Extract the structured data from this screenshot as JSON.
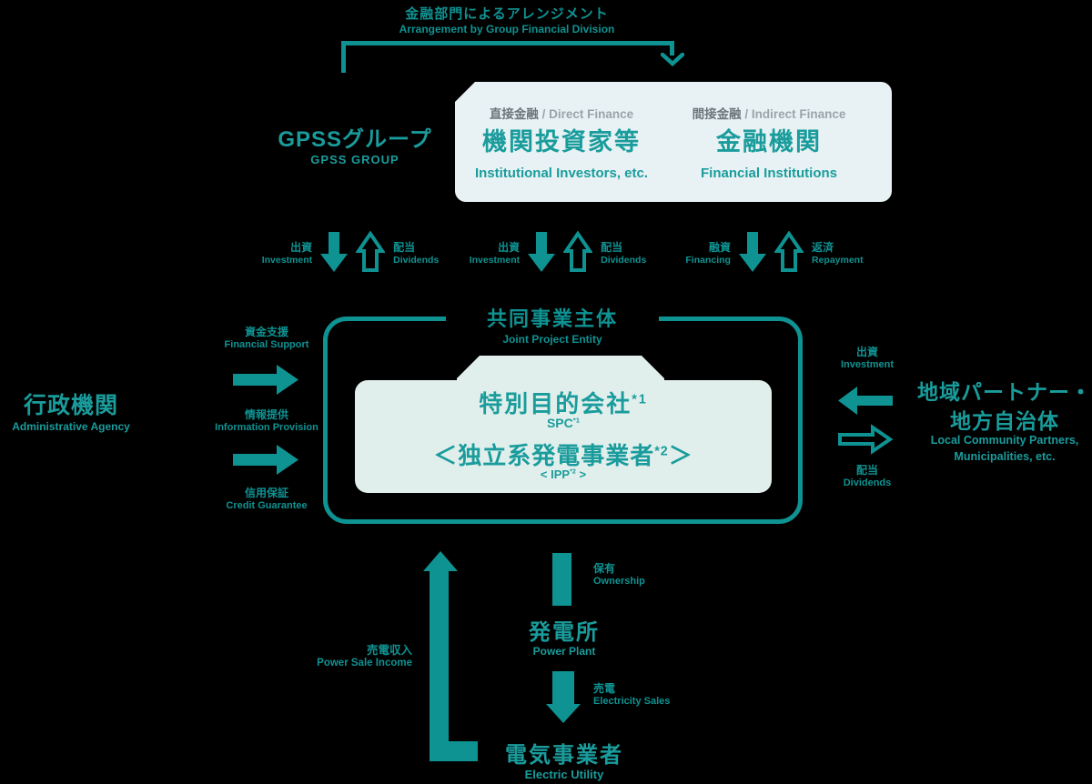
{
  "colors": {
    "teal": "#0f9292",
    "teal_bright": "#1a9c9c",
    "bg": "#000000",
    "light_box": "#e8f2f4",
    "inner_box": "#e1efec",
    "gray_jp": "#6b767c",
    "gray_en": "#9aa5aa"
  },
  "header": {
    "title_jp": "金融部門によるアレンジメント",
    "title_en": "Arrangement by Group Financial Division"
  },
  "gpss": {
    "name_jp": "GPSSグループ",
    "name_en": "GPSS GROUP"
  },
  "finance_box": {
    "direct_tag_jp": "直接金融 ",
    "direct_tag_en": "/ Direct Finance",
    "direct_jp": "機関投資家等",
    "direct_en": "Institutional Investors, etc.",
    "indirect_tag_jp": "間接金融 ",
    "indirect_tag_en": "/ Indirect Finance",
    "indirect_jp": "金融機関",
    "indirect_en": "Financial Institutions"
  },
  "top_flows": [
    {
      "out_jp": "出資",
      "out_en": "Investment",
      "in_jp": "配当",
      "in_en": "Dividends"
    },
    {
      "out_jp": "出資",
      "out_en": "Investment",
      "in_jp": "配当",
      "in_en": "Dividends"
    },
    {
      "out_jp": "融資",
      "out_en": "Financing",
      "in_jp": "返済",
      "in_en": "Repayment"
    }
  ],
  "entity": {
    "title_jp": "共同事業主体",
    "title_en": "Joint Project Entity",
    "spc_jp": "特別目的会社",
    "spc_sup": "*1",
    "spc_en": "SPC",
    "spc_en_sup": "*1",
    "ipp_jp": "＜独立系発電事業者",
    "ipp_sup": "*2",
    "ipp_close": "＞",
    "ipp_en": "< IPP",
    "ipp_en_sup": "*2",
    "ipp_en_close": " >"
  },
  "agency": {
    "name_jp": "行政機関",
    "name_en": "Administrative Agency",
    "flows": [
      {
        "jp": "資金支援",
        "en": "Financial Support"
      },
      {
        "jp": "情報提供",
        "en": "Information Provision"
      },
      {
        "jp": "信用保証",
        "en": "Credit Guarantee"
      }
    ]
  },
  "partner": {
    "name_jp_1": "地域パートナー・",
    "name_jp_2": "地方自治体",
    "name_en_1": "Local Community Partners,",
    "name_en_2": "Municipalities, etc.",
    "invest_jp": "出資",
    "invest_en": "Investment",
    "dividend_jp": "配当",
    "dividend_en": "Dividends"
  },
  "bottom": {
    "ownership_jp": "保有",
    "ownership_en": "Ownership",
    "plant_jp": "発電所",
    "plant_en": "Power Plant",
    "sales_jp": "売電",
    "sales_en": "Electricity Sales",
    "utility_jp": "電気事業者",
    "utility_en": "Electric Utility",
    "income_jp": "売電収入",
    "income_en": "Power Sale Income"
  }
}
